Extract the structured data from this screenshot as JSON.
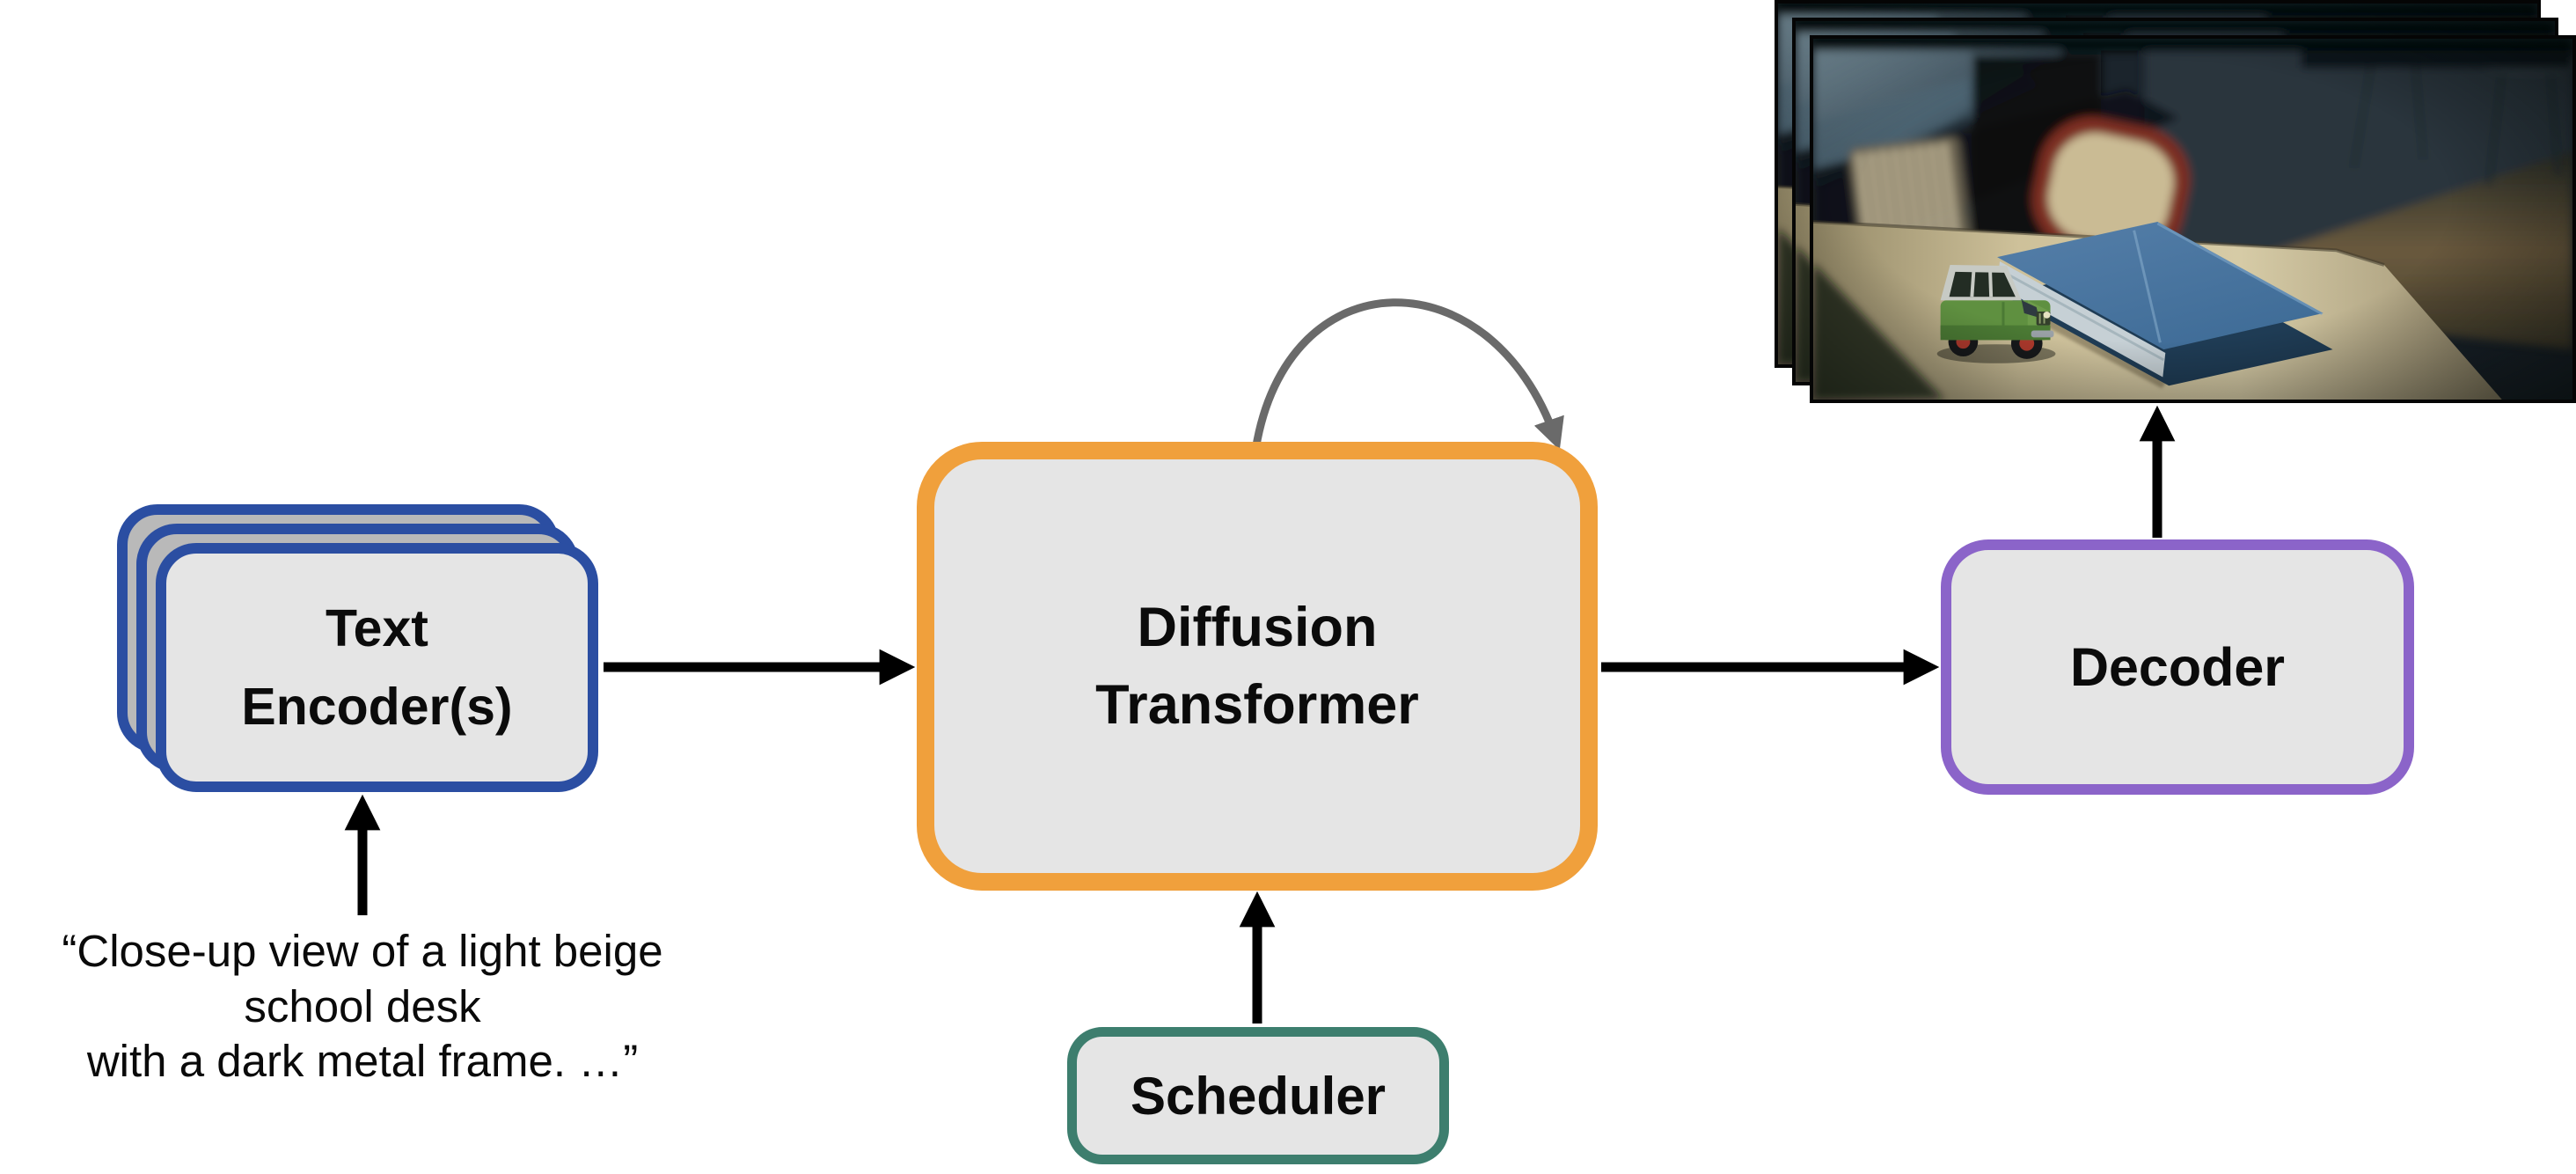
{
  "diagram": {
    "prompt": {
      "text": "“Close-up view of a light beige\nschool desk\nwith a dark metal frame. …”"
    },
    "nodes": {
      "text_encoder": {
        "label": "Text\nEncoder(s)",
        "border_color": "#2b4ea2",
        "fill": "#e5e5e5",
        "stack_count": 3
      },
      "diffusion_transformer": {
        "label": "Diffusion\nTransformer",
        "border_color": "#f0a03c",
        "fill": "#e5e5e5"
      },
      "scheduler": {
        "label": "Scheduler",
        "border_color": "#3d7e6e",
        "fill": "#e5e5e5"
      },
      "decoder": {
        "label": "Decoder",
        "border_color": "#8b64c9",
        "fill": "#e5e5e5"
      }
    },
    "output_preview": {
      "alt": "Stack of three generated video frames: a green toy jeep beside a blue book on a light beige school desk in a dim classroom",
      "frame_count": 3
    },
    "edges": [
      {
        "from": "prompt",
        "to": "text_encoder",
        "color": "#000000"
      },
      {
        "from": "text_encoder",
        "to": "diffusion_transformer",
        "color": "#000000"
      },
      {
        "from": "diffusion_transformer",
        "to": "diffusion_transformer",
        "type": "self_loop",
        "color": "#6a6a6a"
      },
      {
        "from": "scheduler",
        "to": "diffusion_transformer",
        "color": "#000000"
      },
      {
        "from": "diffusion_transformer",
        "to": "decoder",
        "color": "#000000"
      },
      {
        "from": "decoder",
        "to": "output_preview",
        "color": "#000000"
      }
    ]
  }
}
